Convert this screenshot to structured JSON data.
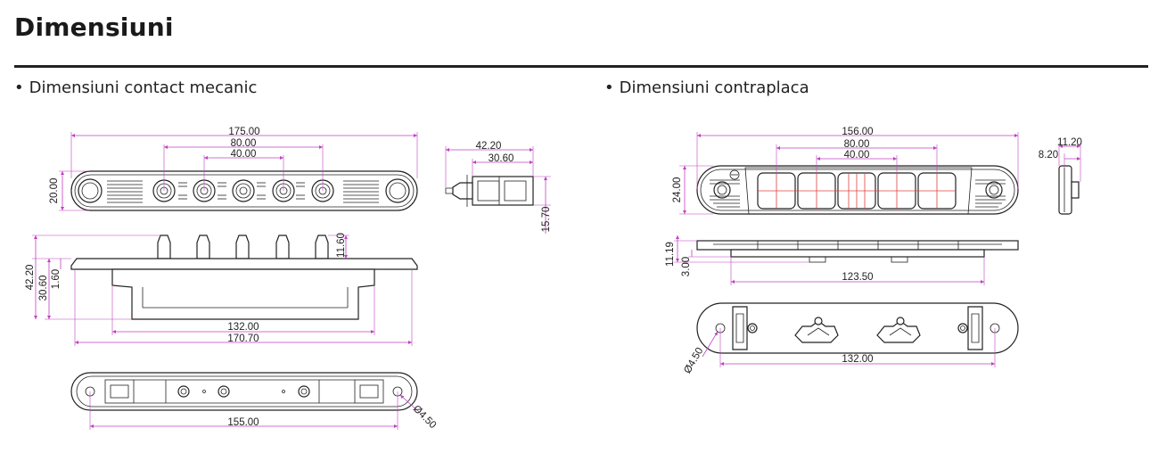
{
  "page": {
    "title": "Dimensiuni",
    "left_heading": "Dimensiuni contact mecanic",
    "right_heading": "Dimensiuni contraplaca",
    "bullet": "•"
  },
  "left_dims": {
    "top_overall": "175.00",
    "top_pitch_80": "80.00",
    "top_pitch_40": "40.00",
    "top_height": "20.00",
    "side_total": "42.20",
    "side_body": "30.60",
    "side_depth": "15.70",
    "front_height_total": "42.20",
    "front_height_body": "30.60",
    "front_height_lip": "1.60",
    "front_pin": "11.60",
    "front_inner": "132.00",
    "front_overall": "170.70",
    "bottom_holes": "155.00",
    "bottom_hole_dia": "Ø4.50"
  },
  "right_dims": {
    "top_overall": "156.00",
    "top_pitch_80": "80.00",
    "top_pitch_40": "40.00",
    "top_height": "24.00",
    "side_total": "11.20",
    "side_inner": "8.20",
    "front_height": "11.19",
    "front_lip": "3.00",
    "front_inner": "123.50",
    "bottom_holes": "132.00",
    "bottom_hole_dia": "Ø4.50"
  }
}
